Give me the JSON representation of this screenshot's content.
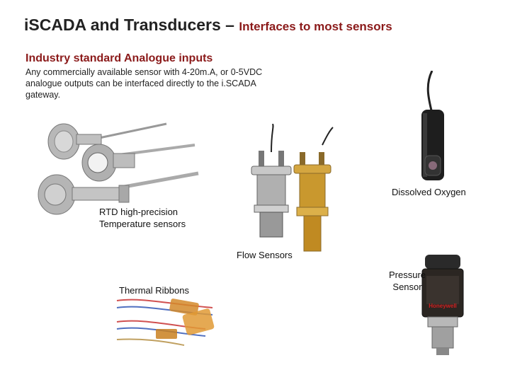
{
  "slide": {
    "title_prefix": "i",
    "title_main": "SCADA and Transducers",
    "title_dash": " – ",
    "title_sub": "Interfaces to most sensors",
    "heading": "Industry standard Analogue inputs",
    "intro": "Any commercially available sensor with 4-20m.A, or 0-5VDC analogue outputs can be interfaced directly to the i.SCADA gateway."
  },
  "captions": {
    "dissolved_oxygen": "Dissolved Oxygen",
    "rtd_line1": "RTD high-precision",
    "rtd_line2": "Temperature sensors",
    "flow": "Flow Sensors",
    "thermal": "Thermal Ribbons",
    "pressure_line1": "Pressure",
    "pressure_line2": "Sensor",
    "honeywell_logo": "Honeywell"
  }
}
